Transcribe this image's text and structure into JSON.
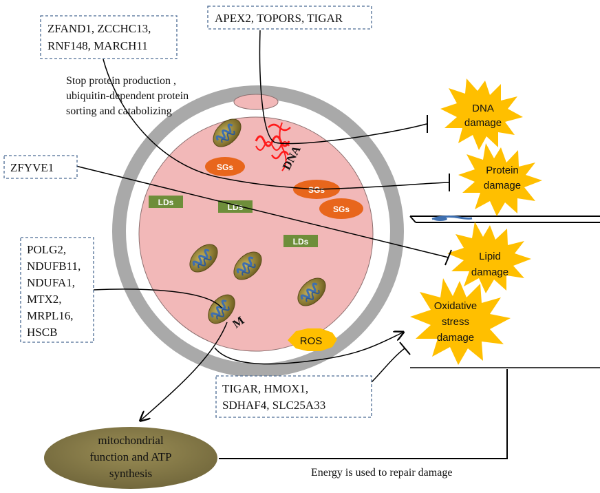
{
  "gene_boxes": {
    "dna_repair": "APEX2, TOPORS, TIGAR",
    "protein_line1": "ZFAND1, ZCCHC13,",
    "protein_line2": "RNF148, MARCH11",
    "lipid": "ZFYVE1",
    "mito": [
      "POLG2,",
      "NDUFB11,",
      "NDUFA1,",
      "MTX2,",
      "MRPL16,",
      "HSCB"
    ],
    "oxidative": [
      "TIGAR, HMOX1,",
      "SDHAF4, SLC25A33"
    ]
  },
  "notes": {
    "protein_note": [
      "Stop protein production ,",
      "ubiquitin-dependent protein",
      "sorting and catabolizing"
    ],
    "energy_note": "Energy is used to repair damage"
  },
  "cell_labels": {
    "dna": "DNA",
    "mito": "M",
    "sgs": "SGs",
    "lds": "LDs",
    "ros": "ROS"
  },
  "damage": {
    "dna": [
      "DNA",
      "damage"
    ],
    "protein": [
      "Protein",
      "damage"
    ],
    "lipid": [
      "Lipid",
      "damage"
    ],
    "oxidative": [
      "Oxidative",
      "stress",
      "damage"
    ]
  },
  "mito_function": [
    "mitochondrial",
    "function and ATP",
    "synthesis"
  ],
  "colors": {
    "cell_fill": "#f2b8b8",
    "cell_ring": "#a9a9a9",
    "sgs": "#e8661c",
    "lds": "#6e8e3a",
    "burst": "#ffbf00",
    "mito_body": "#8a7a38",
    "mito_cristae": "#3e6fb0",
    "dna_strand": "#ff1a1a",
    "olive_ellipse": "#857945",
    "box_border": "#4a6a93"
  }
}
